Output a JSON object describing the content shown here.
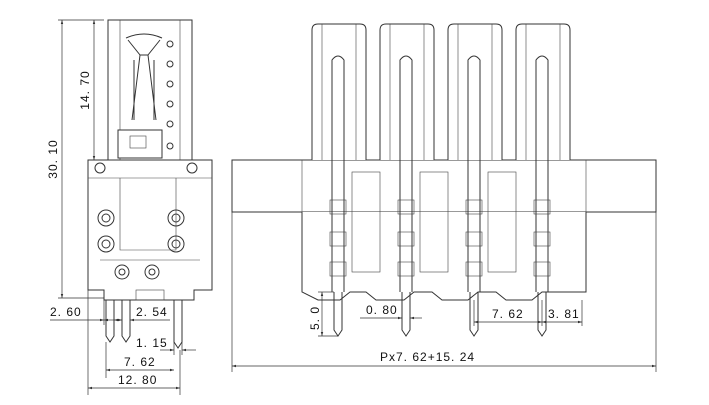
{
  "dimensions": {
    "height_total": "30. 10",
    "height_upper": "14. 70",
    "offset_left": "2. 60",
    "pin_gap": "2. 54",
    "pin_width": "1. 15",
    "pitch_side": "7. 62",
    "width_total": "12. 80",
    "pin_length": "5. 0",
    "pin_thickness": "0. 80",
    "pitch_front": "7. 62",
    "half_pitch": "3. 81",
    "overall_length": "Px7. 62+15. 24"
  }
}
